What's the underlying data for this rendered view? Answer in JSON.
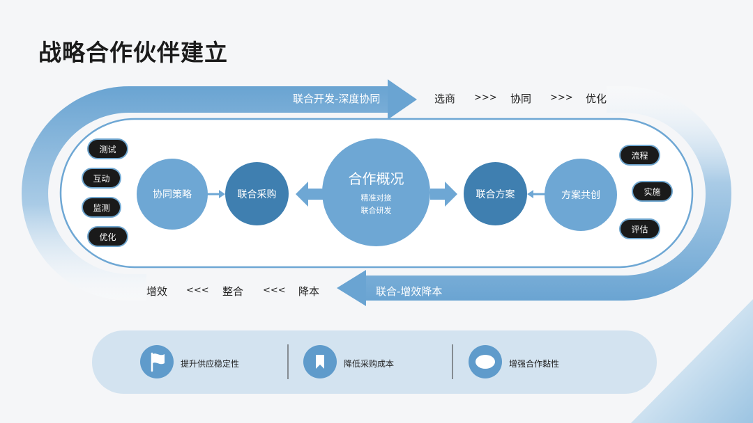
{
  "title": "战略合作伙伴建立",
  "top_flow": {
    "arrow_label": "联合开发-深度协同",
    "steps": [
      "选商",
      "协同",
      "优化"
    ],
    "separator": ">>>"
  },
  "bottom_flow": {
    "arrow_label": "联合-增效降本",
    "steps": [
      "增效",
      "整合",
      "降本"
    ],
    "separator": "<<<"
  },
  "center": {
    "title": "合作概况",
    "lines": [
      "精准对接",
      "联合研发"
    ]
  },
  "nodes": {
    "left_outer": "协同策略",
    "left_inner": "联合采购",
    "right_inner": "联合方案",
    "right_outer": "方案共创"
  },
  "left_pills": [
    "测试",
    "互动",
    "监测",
    "优化"
  ],
  "right_pills": [
    "流程",
    "实施",
    "评估"
  ],
  "features": [
    {
      "label": "提升供应稳定性",
      "icon": "flag-icon"
    },
    {
      "label": "降低采购成本",
      "icon": "bookmark-icon"
    },
    {
      "label": "增强合作黏性",
      "icon": "ellipse-icon"
    }
  ],
  "colors": {
    "dark_blue": "#3f7fb0",
    "light_blue": "#6ea7d4",
    "arrow_blue": "#6aa4d2",
    "pill_bg": "#1a1a1a",
    "panel_bg": "#d3e3f0"
  }
}
